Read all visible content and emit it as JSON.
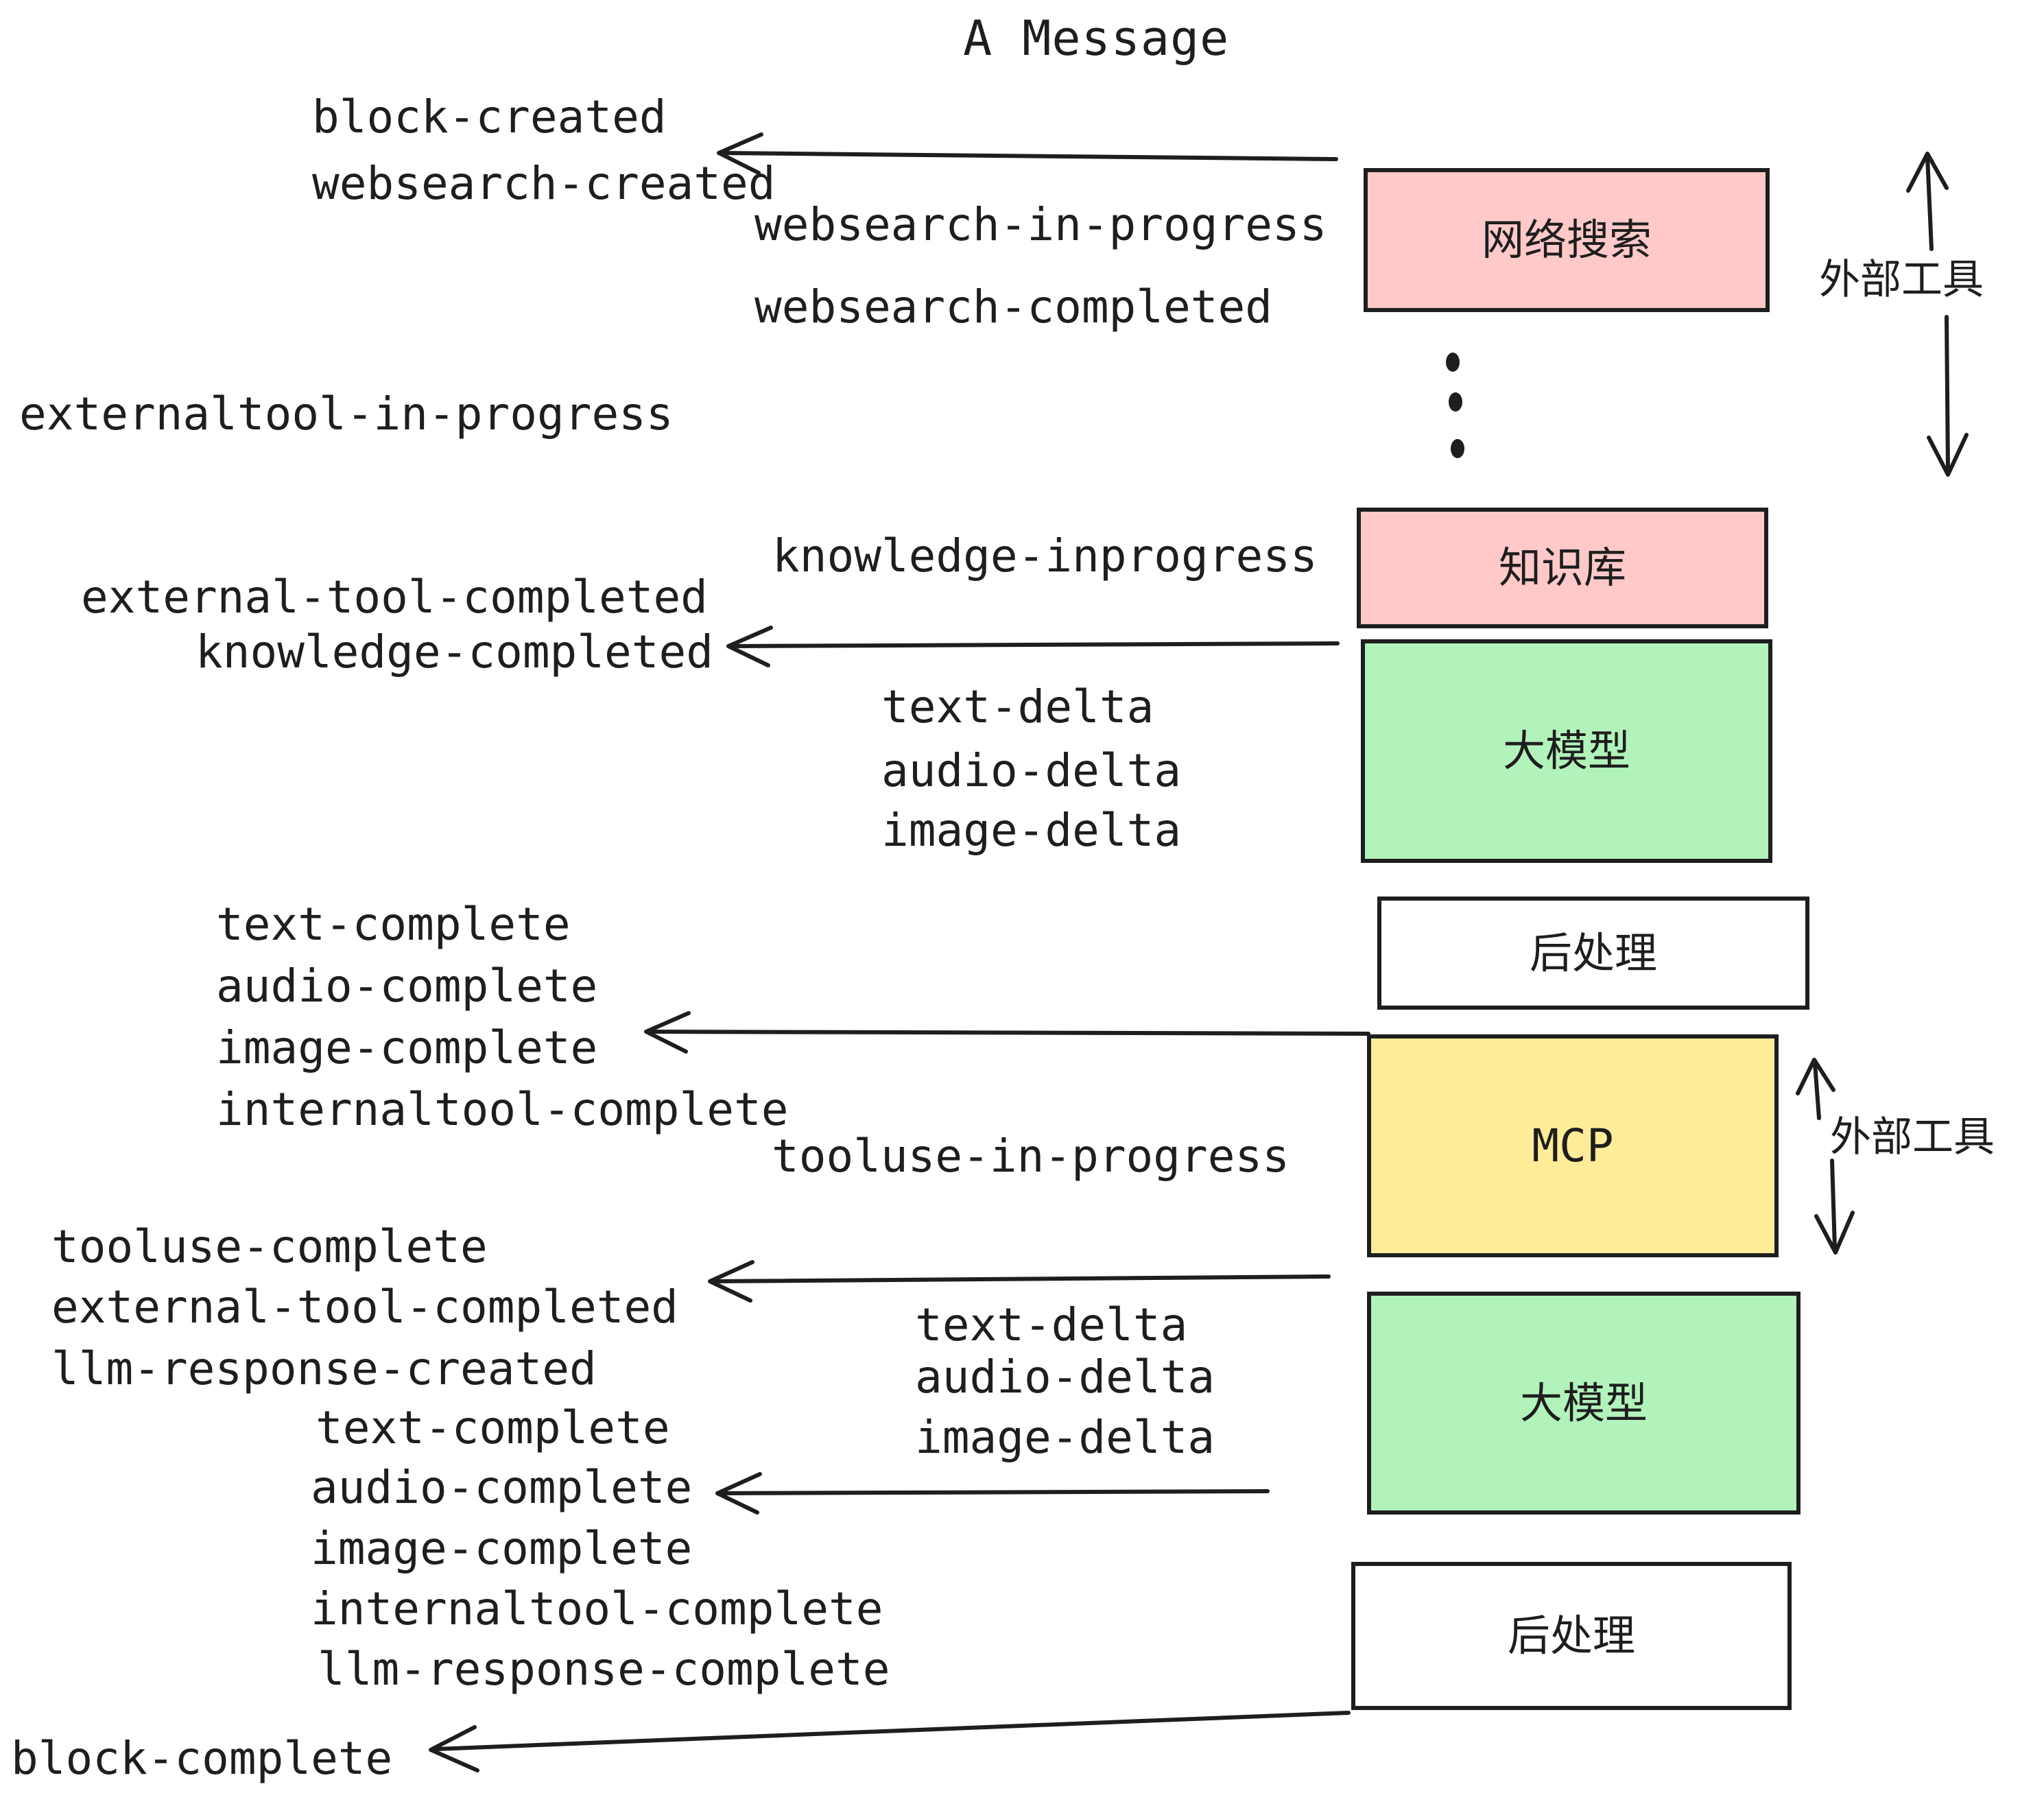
{
  "title": "A Message",
  "colors": {
    "box_pink": "#ffc9c9",
    "box_green": "#b2f2bb",
    "box_yellow": "#ffec99",
    "box_white": "#ffffff",
    "stroke": "#1e1e1e"
  },
  "boxes": [
    {
      "id": "websearch",
      "label": "网络搜索",
      "color": "#ffc9c9"
    },
    {
      "id": "knowledge",
      "label": "知识库",
      "color": "#ffc9c9"
    },
    {
      "id": "llm-1",
      "label": "大模型",
      "color": "#b2f2bb"
    },
    {
      "id": "post-1",
      "label": "后处理",
      "color": "#ffffff"
    },
    {
      "id": "mcp",
      "label": "MCP",
      "color": "#ffec99"
    },
    {
      "id": "llm-2",
      "label": "大模型",
      "color": "#b2f2bb"
    },
    {
      "id": "post-2",
      "label": "后处理",
      "color": "#ffffff"
    }
  ],
  "side_labels": [
    {
      "text": "外部工具"
    },
    {
      "text": "外部工具"
    }
  ],
  "events": [
    {
      "text": "block-created"
    },
    {
      "text": "websearch-created"
    },
    {
      "text": "websearch-in-progress"
    },
    {
      "text": "websearch-completed"
    },
    {
      "text": "externaltool-in-progress"
    },
    {
      "text": "external-tool-completed"
    },
    {
      "text": "knowledge-completed"
    },
    {
      "text": "knowledge-inprogress"
    },
    {
      "text": "text-delta"
    },
    {
      "text": "audio-delta"
    },
    {
      "text": "image-delta"
    },
    {
      "text": "text-complete"
    },
    {
      "text": "audio-complete"
    },
    {
      "text": "image-complete"
    },
    {
      "text": "internaltool-complete"
    },
    {
      "text": "tooluse-in-progress"
    },
    {
      "text": "tooluse-complete"
    },
    {
      "text": "external-tool-completed"
    },
    {
      "text": "llm-response-created"
    },
    {
      "text": "text-complete"
    },
    {
      "text": "text-delta"
    },
    {
      "text": "audio-delta"
    },
    {
      "text": "image-delta"
    },
    {
      "text": "audio-complete"
    },
    {
      "text": "image-complete"
    },
    {
      "text": "internaltool-complete"
    },
    {
      "text": "llm-response-complete"
    },
    {
      "text": "block-complete"
    }
  ]
}
